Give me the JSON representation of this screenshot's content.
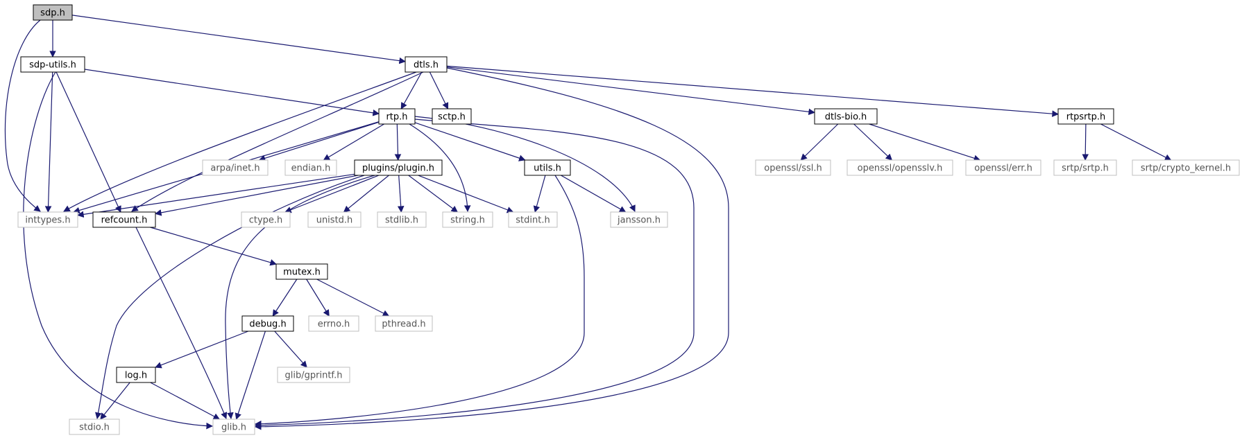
{
  "diagram": {
    "nodes": [
      {
        "id": "sdp_h",
        "label": "sdp.h",
        "kind": "current"
      },
      {
        "id": "sdp_utils_h",
        "label": "sdp-utils.h",
        "kind": "documented"
      },
      {
        "id": "dtls_h",
        "label": "dtls.h",
        "kind": "documented"
      },
      {
        "id": "rtp_h",
        "label": "rtp.h",
        "kind": "documented"
      },
      {
        "id": "sctp_h",
        "label": "sctp.h",
        "kind": "documented"
      },
      {
        "id": "dtls_bio_h",
        "label": "dtls-bio.h",
        "kind": "documented"
      },
      {
        "id": "rtpsrtp_h",
        "label": "rtpsrtp.h",
        "kind": "documented"
      },
      {
        "id": "arpa_inet_h",
        "label": "arpa/inet.h",
        "kind": "external"
      },
      {
        "id": "endian_h",
        "label": "endian.h",
        "kind": "external"
      },
      {
        "id": "plugin_h",
        "label": "plugins/plugin.h",
        "kind": "documented"
      },
      {
        "id": "utils_h",
        "label": "utils.h",
        "kind": "documented"
      },
      {
        "id": "openssl_ssl_h",
        "label": "openssl/ssl.h",
        "kind": "external"
      },
      {
        "id": "openssl_opensslv_h",
        "label": "openssl/opensslv.h",
        "kind": "external"
      },
      {
        "id": "openssl_err_h",
        "label": "openssl/err.h",
        "kind": "external"
      },
      {
        "id": "srtp_h",
        "label": "srtp/srtp.h",
        "kind": "external"
      },
      {
        "id": "crypto_kernel_h",
        "label": "srtp/crypto_kernel.h",
        "kind": "external"
      },
      {
        "id": "inttypes_h",
        "label": "inttypes.h",
        "kind": "external"
      },
      {
        "id": "refcount_h",
        "label": "refcount.h",
        "kind": "documented"
      },
      {
        "id": "ctype_h",
        "label": "ctype.h",
        "kind": "external"
      },
      {
        "id": "unistd_h",
        "label": "unistd.h",
        "kind": "external"
      },
      {
        "id": "stdlib_h",
        "label": "stdlib.h",
        "kind": "external"
      },
      {
        "id": "string_h",
        "label": "string.h",
        "kind": "external"
      },
      {
        "id": "stdint_h",
        "label": "stdint.h",
        "kind": "external"
      },
      {
        "id": "jansson_h",
        "label": "jansson.h",
        "kind": "external"
      },
      {
        "id": "mutex_h",
        "label": "mutex.h",
        "kind": "documented"
      },
      {
        "id": "debug_h",
        "label": "debug.h",
        "kind": "documented"
      },
      {
        "id": "errno_h",
        "label": "errno.h",
        "kind": "external"
      },
      {
        "id": "pthread_h",
        "label": "pthread.h",
        "kind": "external"
      },
      {
        "id": "gprintf_h",
        "label": "glib/gprintf.h",
        "kind": "external"
      },
      {
        "id": "log_h",
        "label": "log.h",
        "kind": "documented"
      },
      {
        "id": "stdio_h",
        "label": "stdio.h",
        "kind": "external"
      },
      {
        "id": "glib_h",
        "label": "glib.h",
        "kind": "external"
      }
    ],
    "edges": [
      [
        "sdp_h",
        "sdp_utils_h"
      ],
      [
        "sdp_h",
        "dtls_h"
      ],
      [
        "sdp_h",
        "inttypes_h"
      ],
      [
        "sdp_utils_h",
        "inttypes_h"
      ],
      [
        "sdp_utils_h",
        "refcount_h"
      ],
      [
        "sdp_utils_h",
        "glib_h"
      ],
      [
        "sdp_utils_h",
        "rtp_h"
      ],
      [
        "dtls_h",
        "rtp_h"
      ],
      [
        "dtls_h",
        "sctp_h"
      ],
      [
        "dtls_h",
        "dtls_bio_h"
      ],
      [
        "dtls_h",
        "rtpsrtp_h"
      ],
      [
        "dtls_h",
        "inttypes_h"
      ],
      [
        "dtls_h",
        "refcount_h"
      ],
      [
        "dtls_h",
        "glib_h"
      ],
      [
        "rtp_h",
        "inttypes_h"
      ],
      [
        "rtp_h",
        "arpa_inet_h"
      ],
      [
        "rtp_h",
        "endian_h"
      ],
      [
        "rtp_h",
        "plugin_h"
      ],
      [
        "rtp_h",
        "string_h"
      ],
      [
        "rtp_h",
        "utils_h"
      ],
      [
        "rtp_h",
        "jansson_h"
      ],
      [
        "rtp_h",
        "glib_h"
      ],
      [
        "dtls_bio_h",
        "openssl_ssl_h"
      ],
      [
        "dtls_bio_h",
        "openssl_opensslv_h"
      ],
      [
        "dtls_bio_h",
        "openssl_err_h"
      ],
      [
        "rtpsrtp_h",
        "srtp_h"
      ],
      [
        "rtpsrtp_h",
        "crypto_kernel_h"
      ],
      [
        "plugin_h",
        "inttypes_h"
      ],
      [
        "plugin_h",
        "refcount_h"
      ],
      [
        "plugin_h",
        "ctype_h"
      ],
      [
        "plugin_h",
        "unistd_h"
      ],
      [
        "plugin_h",
        "stdlib_h"
      ],
      [
        "plugin_h",
        "string_h"
      ],
      [
        "plugin_h",
        "stdint_h"
      ],
      [
        "plugin_h",
        "glib_h"
      ],
      [
        "plugin_h",
        "stdio_h"
      ],
      [
        "utils_h",
        "stdint_h"
      ],
      [
        "utils_h",
        "jansson_h"
      ],
      [
        "utils_h",
        "glib_h"
      ],
      [
        "refcount_h",
        "mutex_h"
      ],
      [
        "refcount_h",
        "glib_h"
      ],
      [
        "mutex_h",
        "debug_h"
      ],
      [
        "mutex_h",
        "errno_h"
      ],
      [
        "mutex_h",
        "pthread_h"
      ],
      [
        "debug_h",
        "log_h"
      ],
      [
        "debug_h",
        "gprintf_h"
      ],
      [
        "debug_h",
        "glib_h"
      ],
      [
        "log_h",
        "stdio_h"
      ],
      [
        "log_h",
        "glib_h"
      ]
    ],
    "colors": {
      "edge": "#191970",
      "current_fill": "#bfbfbf",
      "documented_border": "#000000",
      "external_border": "#bfbfbf",
      "external_text": "#555555",
      "text": "#000000"
    }
  }
}
